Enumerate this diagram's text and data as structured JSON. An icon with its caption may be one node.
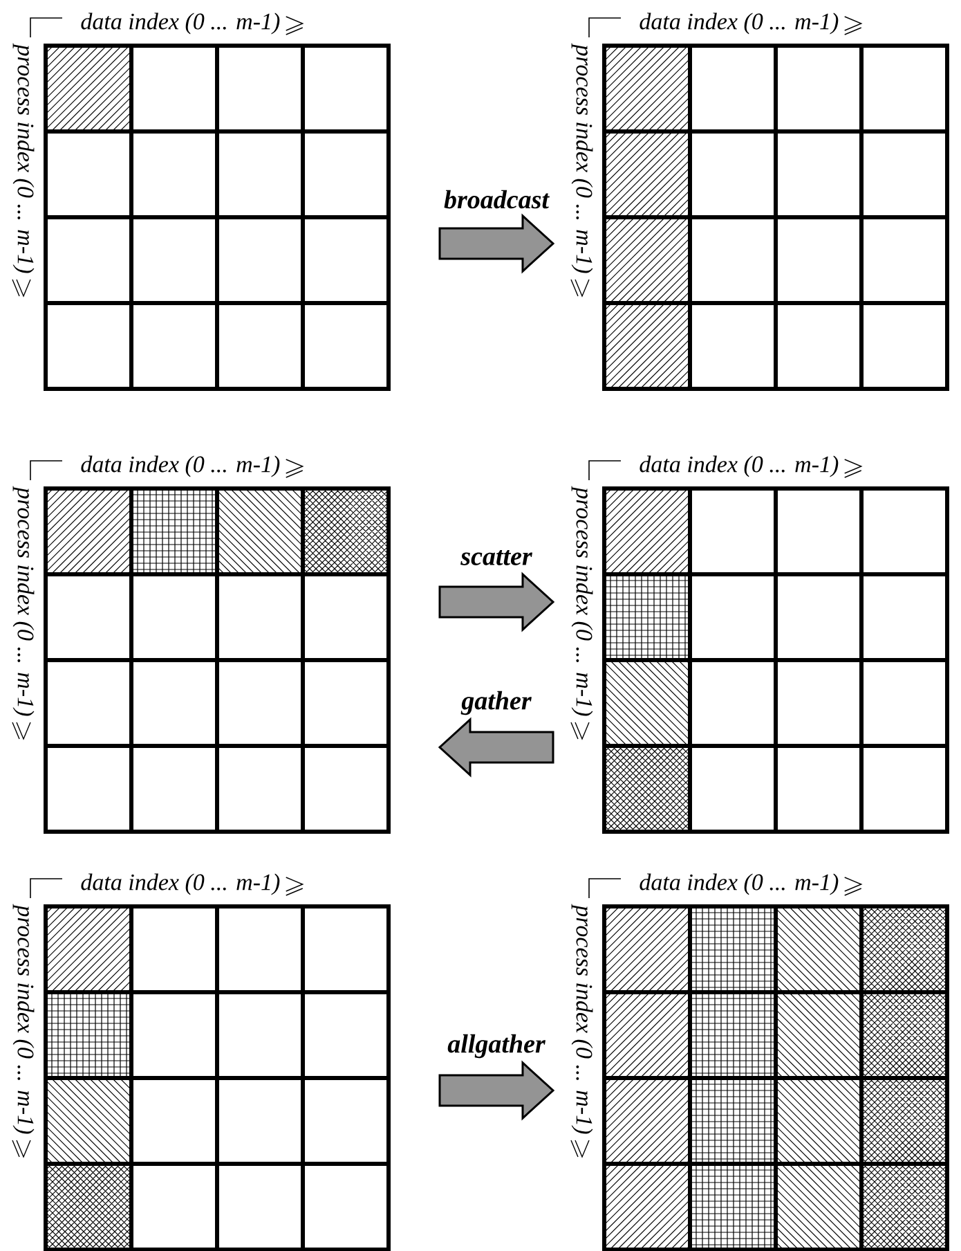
{
  "diagram": {
    "nodes": [
      {
        "text": [
          "data index (0 ... m-1)",
          "process index (0 ... m-1)"
        ]
      },
      {
        "text": [
          "data index (0 ... m-1)",
          "process index (0 ... m-1)"
        ]
      },
      {
        "text": [
          "data index (0 ... m-1)",
          "process index (0 ... m-1)"
        ]
      },
      {
        "text": [
          "data index (0 ... m-1)",
          "process index (0 ... m-1)"
        ]
      },
      {
        "text": [
          "data index (0 ... m-1)",
          "process index (0 ... m-1)"
        ]
      },
      {
        "text": [
          "data index (0 ... m-1)",
          "process index (0 ... m-1)"
        ]
      }
    ],
    "edges": [
      {
        "from": 0,
        "to": 1,
        "arrow": "to",
        "label": "broadcast"
      },
      {
        "from": 2,
        "to": 3,
        "arrow": "to",
        "label": "scatter"
      },
      {
        "from": 3,
        "to": 2,
        "arrow": "to",
        "label": "gather"
      },
      {
        "from": 4,
        "to": 5,
        "arrow": "to",
        "label": "allgather"
      }
    ]
  }
}
